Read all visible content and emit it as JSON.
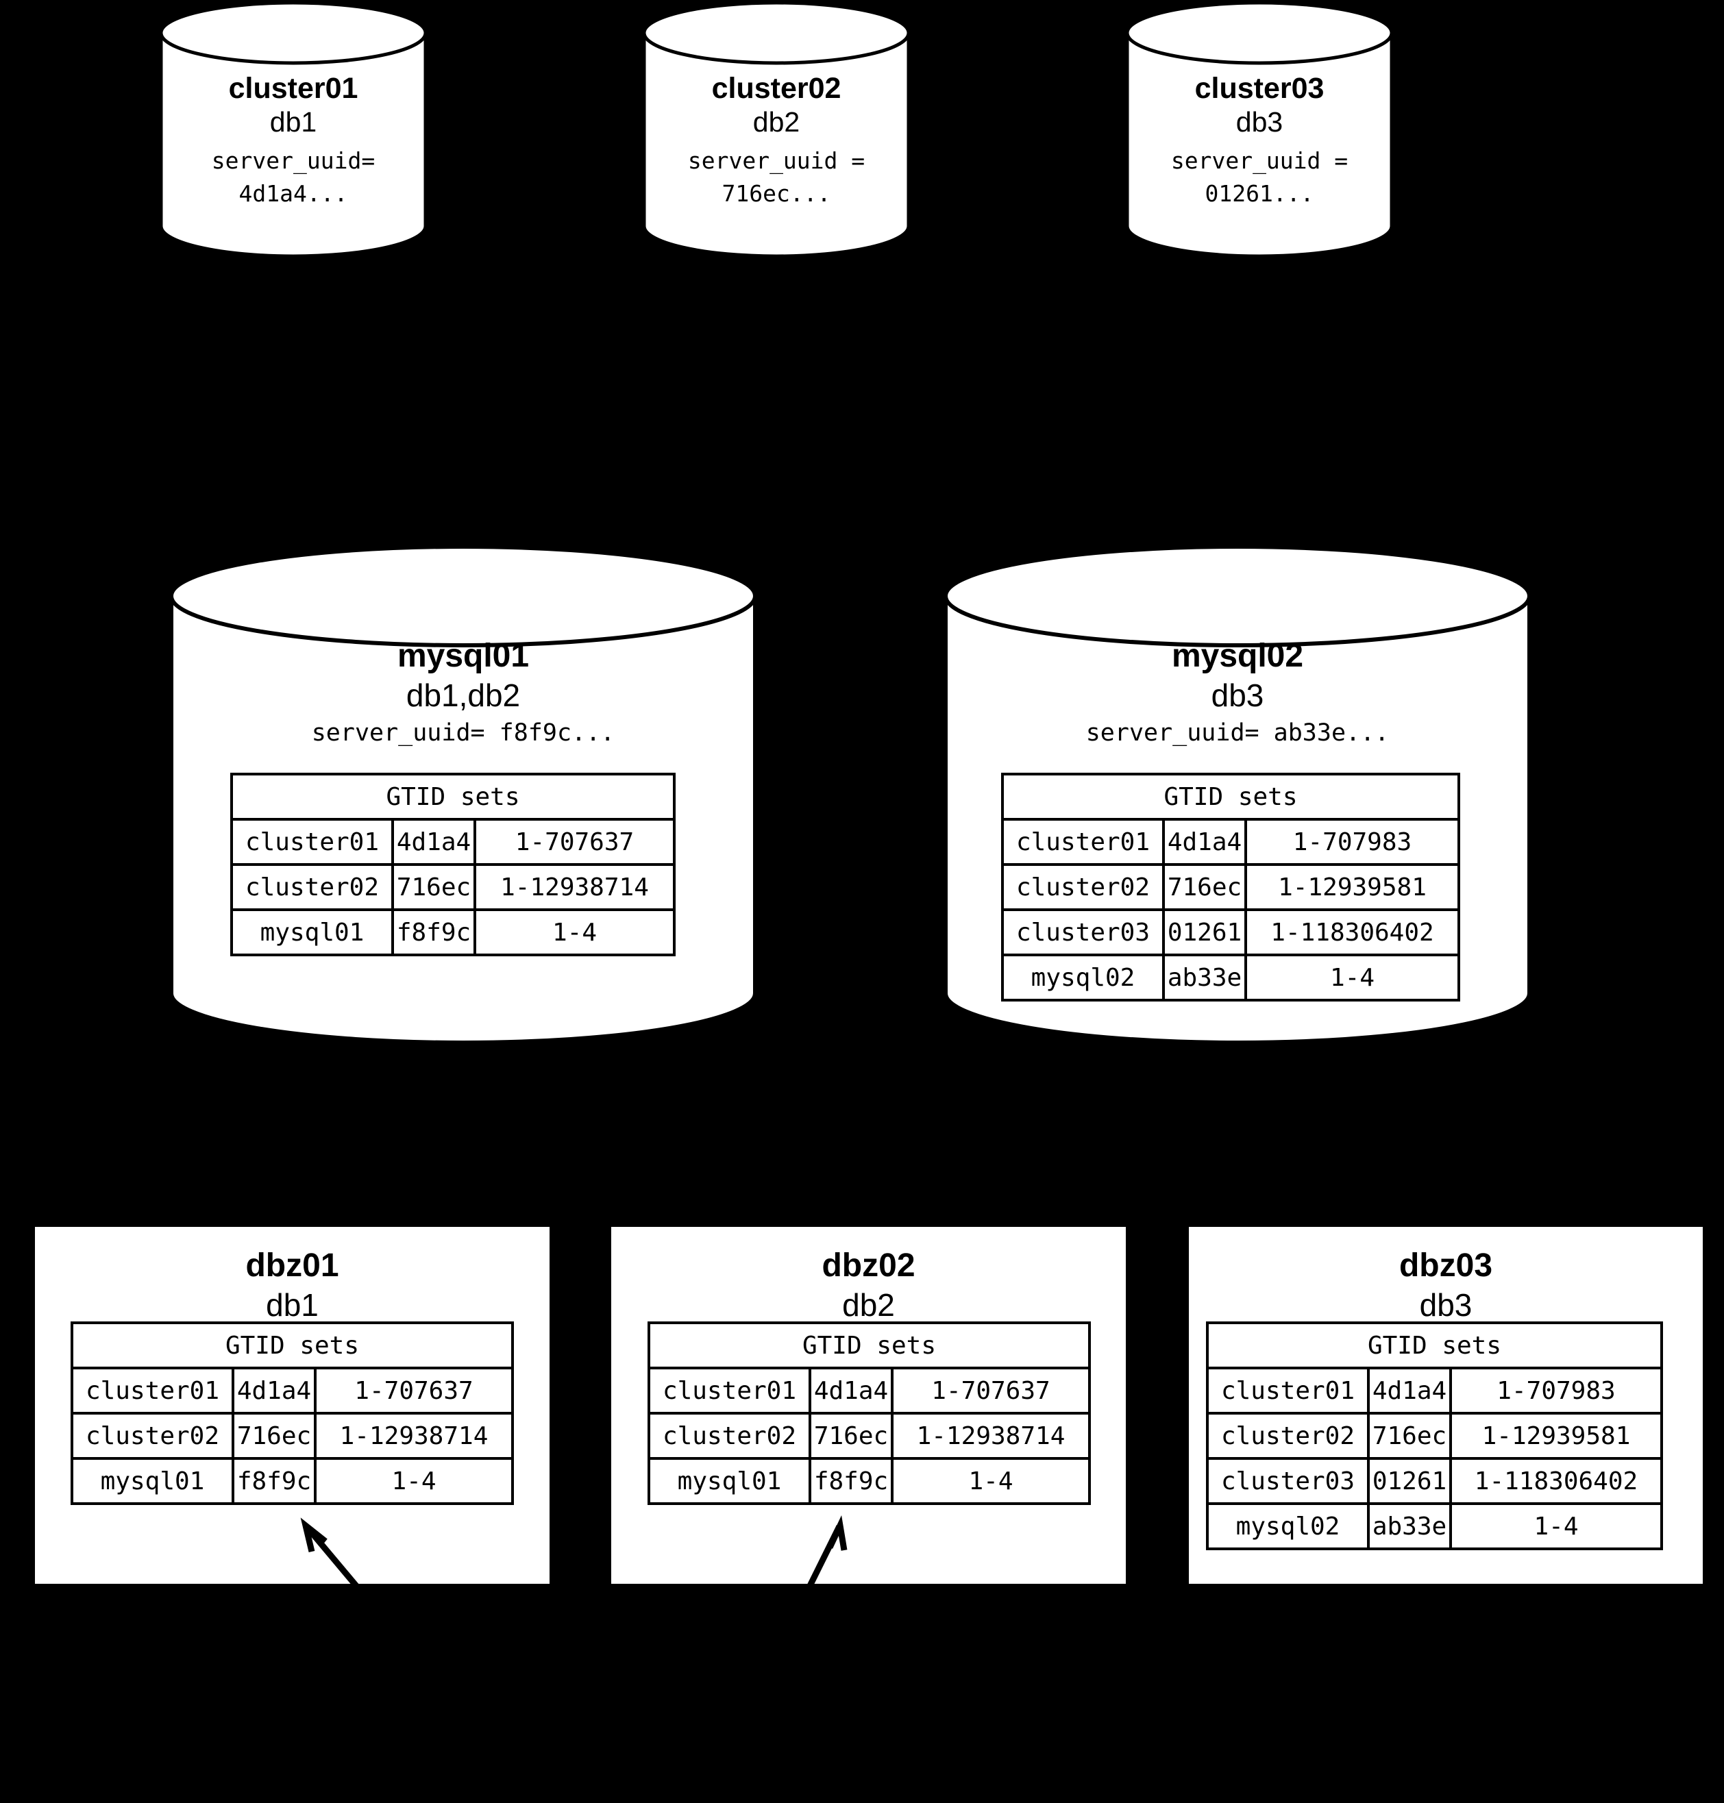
{
  "diagram": {
    "title_internal": "MySQL GTID sets replication topology",
    "background_color": "#000000",
    "node_fill": "#ffffff",
    "node_stroke": "#000000"
  },
  "source_clusters": [
    {
      "name": "cluster01",
      "database": "db1",
      "uuid_line1": "server_uuid=",
      "uuid_line2": "4d1a4..."
    },
    {
      "name": "cluster02",
      "database": "db2",
      "uuid_line1": "server_uuid =",
      "uuid_line2": "716ec..."
    },
    {
      "name": "cluster03",
      "database": "db3",
      "uuid_line1": "server_uuid =",
      "uuid_line2": "01261..."
    }
  ],
  "mysql_nodes": [
    {
      "name": "mysql01",
      "databases": "db1,db2",
      "uuid_line": "server_uuid= f8f9c...",
      "table": {
        "header": "GTID sets",
        "rows": [
          {
            "source": "cluster01",
            "uuid": "4d1a4",
            "range": "1-707637"
          },
          {
            "source": "cluster02",
            "uuid": "716ec",
            "range": "1-12938714"
          },
          {
            "source": "mysql01",
            "uuid": "f8f9c",
            "range": "1-4"
          }
        ]
      }
    },
    {
      "name": "mysql02",
      "databases": "db3",
      "uuid_line": "server_uuid= ab33e...",
      "table": {
        "header": "GTID sets",
        "rows": [
          {
            "source": "cluster01",
            "uuid": "4d1a4",
            "range": "1-707983"
          },
          {
            "source": "cluster02",
            "uuid": "716ec",
            "range": "1-12939581"
          },
          {
            "source": "cluster03",
            "uuid": "01261",
            "range": "1-118306402"
          },
          {
            "source": "mysql02",
            "uuid": "ab33e",
            "range": "1-4"
          }
        ]
      }
    }
  ],
  "dbz_nodes": [
    {
      "name": "dbz01",
      "database": "db1",
      "table": {
        "header": "GTID sets",
        "rows": [
          {
            "source": "cluster01",
            "uuid": "4d1a4",
            "range": "1-707637"
          },
          {
            "source": "cluster02",
            "uuid": "716ec",
            "range": "1-12938714"
          },
          {
            "source": "mysql01",
            "uuid": "f8f9c",
            "range": "1-4"
          }
        ]
      }
    },
    {
      "name": "dbz02",
      "database": "db2",
      "table": {
        "header": "GTID sets",
        "rows": [
          {
            "source": "cluster01",
            "uuid": "4d1a4",
            "range": "1-707637"
          },
          {
            "source": "cluster02",
            "uuid": "716ec",
            "range": "1-12938714"
          },
          {
            "source": "mysql01",
            "uuid": "f8f9c",
            "range": "1-4"
          }
        ]
      }
    },
    {
      "name": "dbz03",
      "database": "db3",
      "table": {
        "header": "GTID sets",
        "rows": [
          {
            "source": "cluster01",
            "uuid": "4d1a4",
            "range": "1-707983"
          },
          {
            "source": "cluster02",
            "uuid": "716ec",
            "range": "1-12939581"
          },
          {
            "source": "cluster03",
            "uuid": "01261",
            "range": "1-118306402"
          },
          {
            "source": "mysql02",
            "uuid": "ab33e",
            "range": "1-4"
          }
        ]
      }
    }
  ],
  "connectors": [
    {
      "from": "below",
      "to": "dbz01",
      "shape": "arrow-up-left"
    },
    {
      "from": "below",
      "to": "dbz02",
      "shape": "arrow-up-left"
    }
  ]
}
